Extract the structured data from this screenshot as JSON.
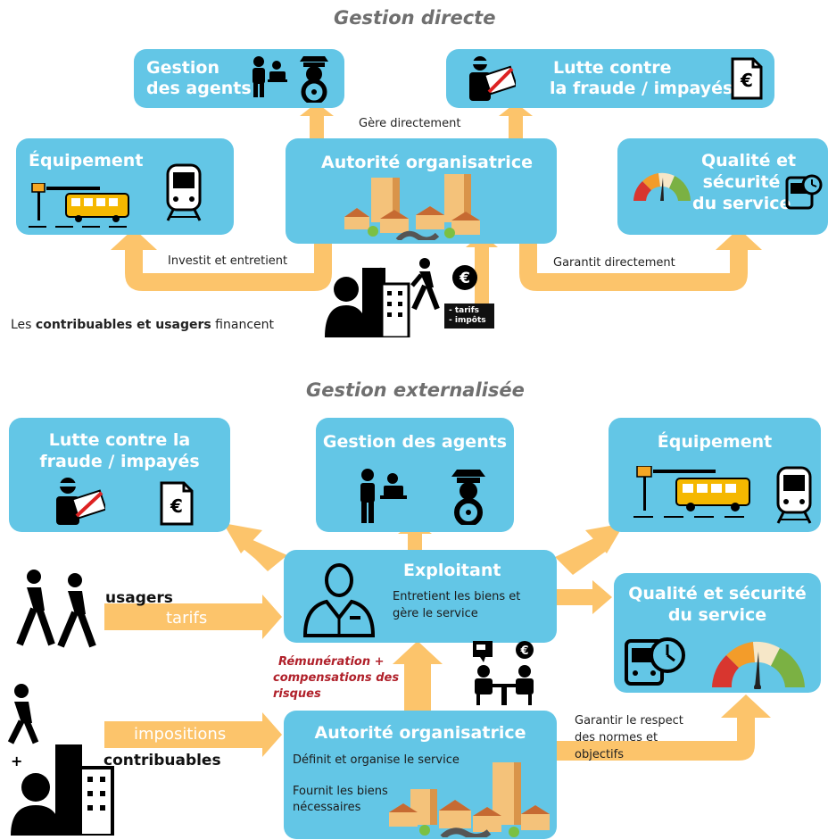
{
  "top": {
    "title": "Gestion directe",
    "boxes": {
      "gestion_agents": [
        "Gestion",
        "des agents"
      ],
      "lutte_fraude": [
        "Lutte contre",
        "la fraude / impayés"
      ],
      "equipement": "Équipement",
      "autorite": "Autorité organisatrice",
      "qualite": [
        "Qualité et",
        "sécurité",
        "du service"
      ]
    },
    "labels": {
      "gere": "Gère directement",
      "investit": "Investit et entretient",
      "garantit": "Garantit directement"
    },
    "financent": {
      "prefix": "Les ",
      "bold": "contribuables et usagers",
      "suffix": " financent"
    },
    "tags": [
      "- tarifs",
      "- impôts"
    ],
    "euro": "€"
  },
  "bottom": {
    "title": "Gestion externalisée",
    "boxes": {
      "lutte_fraude": [
        "Lutte contre la",
        "fraude / impayés"
      ],
      "gestion_agents": "Gestion des agents",
      "equipement": "Équipement",
      "exploitant": {
        "title": "Exploitant",
        "text": [
          "Entretient les biens et",
          "gère le service"
        ]
      },
      "qualite": [
        "Qualité et sécurité",
        "du service"
      ],
      "autorite": {
        "title": "Autorité organisatrice",
        "text1": "Définit et organise le service",
        "text2": [
          "Fournit les biens",
          "nécessaires"
        ]
      }
    },
    "labels": {
      "usagers": "usagers",
      "tarifs": "tarifs",
      "impositions": "impositions",
      "contribuables": "contribuables",
      "remuneration": [
        "Rémunération +",
        "compensations des",
        "risques"
      ],
      "garantir": [
        "Garantir le respect",
        "des normes et",
        "objectifs"
      ]
    },
    "euro": "€"
  },
  "colors": {
    "box": "#63c6e6",
    "arrow": "#fcc46b",
    "text_white": "#ffffff",
    "red_label": "#b0202a",
    "title_grey": "#6f6f6f"
  },
  "icons": [
    "staff-icon",
    "driver-icon",
    "fare-dodger-icon",
    "euro-document-icon",
    "bus-stop-icon",
    "tram-icon",
    "gauge-icon",
    "bus-clock-icon",
    "town-icon",
    "city-buildings-icon",
    "walking-person-icon",
    "euro-coin-icon",
    "negotiation-icon",
    "employee-icon"
  ]
}
